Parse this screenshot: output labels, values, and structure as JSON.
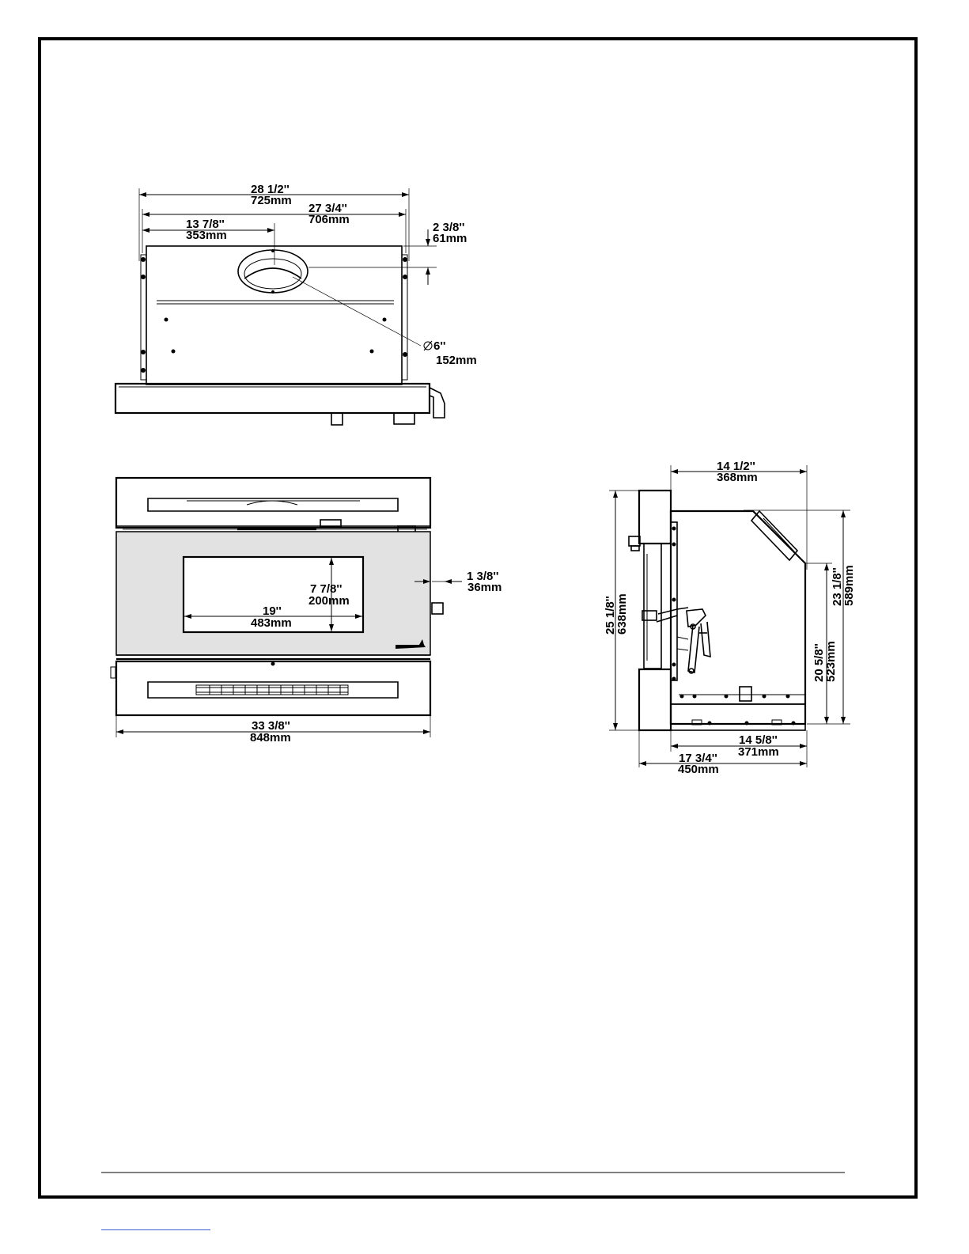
{
  "top_view": {
    "overall_width_in": "28  1/2''",
    "overall_width_mm": "725mm",
    "body_width_in": "27  3/4''",
    "body_width_mm": "706mm",
    "flue_center_in": "13  7/8''",
    "flue_center_mm": "353mm",
    "flue_setback_in": "2  3/8''",
    "flue_setback_mm": "61mm",
    "flue_diameter_in": "6''",
    "flue_diameter_mm": "152mm"
  },
  "front_view": {
    "glass_height_in": "7  7/8''",
    "glass_height_mm": "200mm",
    "glass_width_in": "19''",
    "glass_width_mm": "483mm",
    "handle_projection_in": "1  3/8''",
    "handle_projection_mm": "36mm",
    "overall_width_in": "33  3/8''",
    "overall_width_mm": "848mm"
  },
  "side_view": {
    "top_depth_in": "14  1/2''",
    "top_depth_mm": "368mm",
    "overall_height_in": "25  1/8''",
    "overall_height_mm": "638mm",
    "rear_height_in": "23  1/8''",
    "rear_height_mm": "589mm",
    "body_height_in": "20  5/8''",
    "body_height_mm": "523mm",
    "base_depth_in": "14  5/8''",
    "base_depth_mm": "371mm",
    "overall_depth_in": "17  3/4''",
    "overall_depth_mm": "450mm"
  }
}
